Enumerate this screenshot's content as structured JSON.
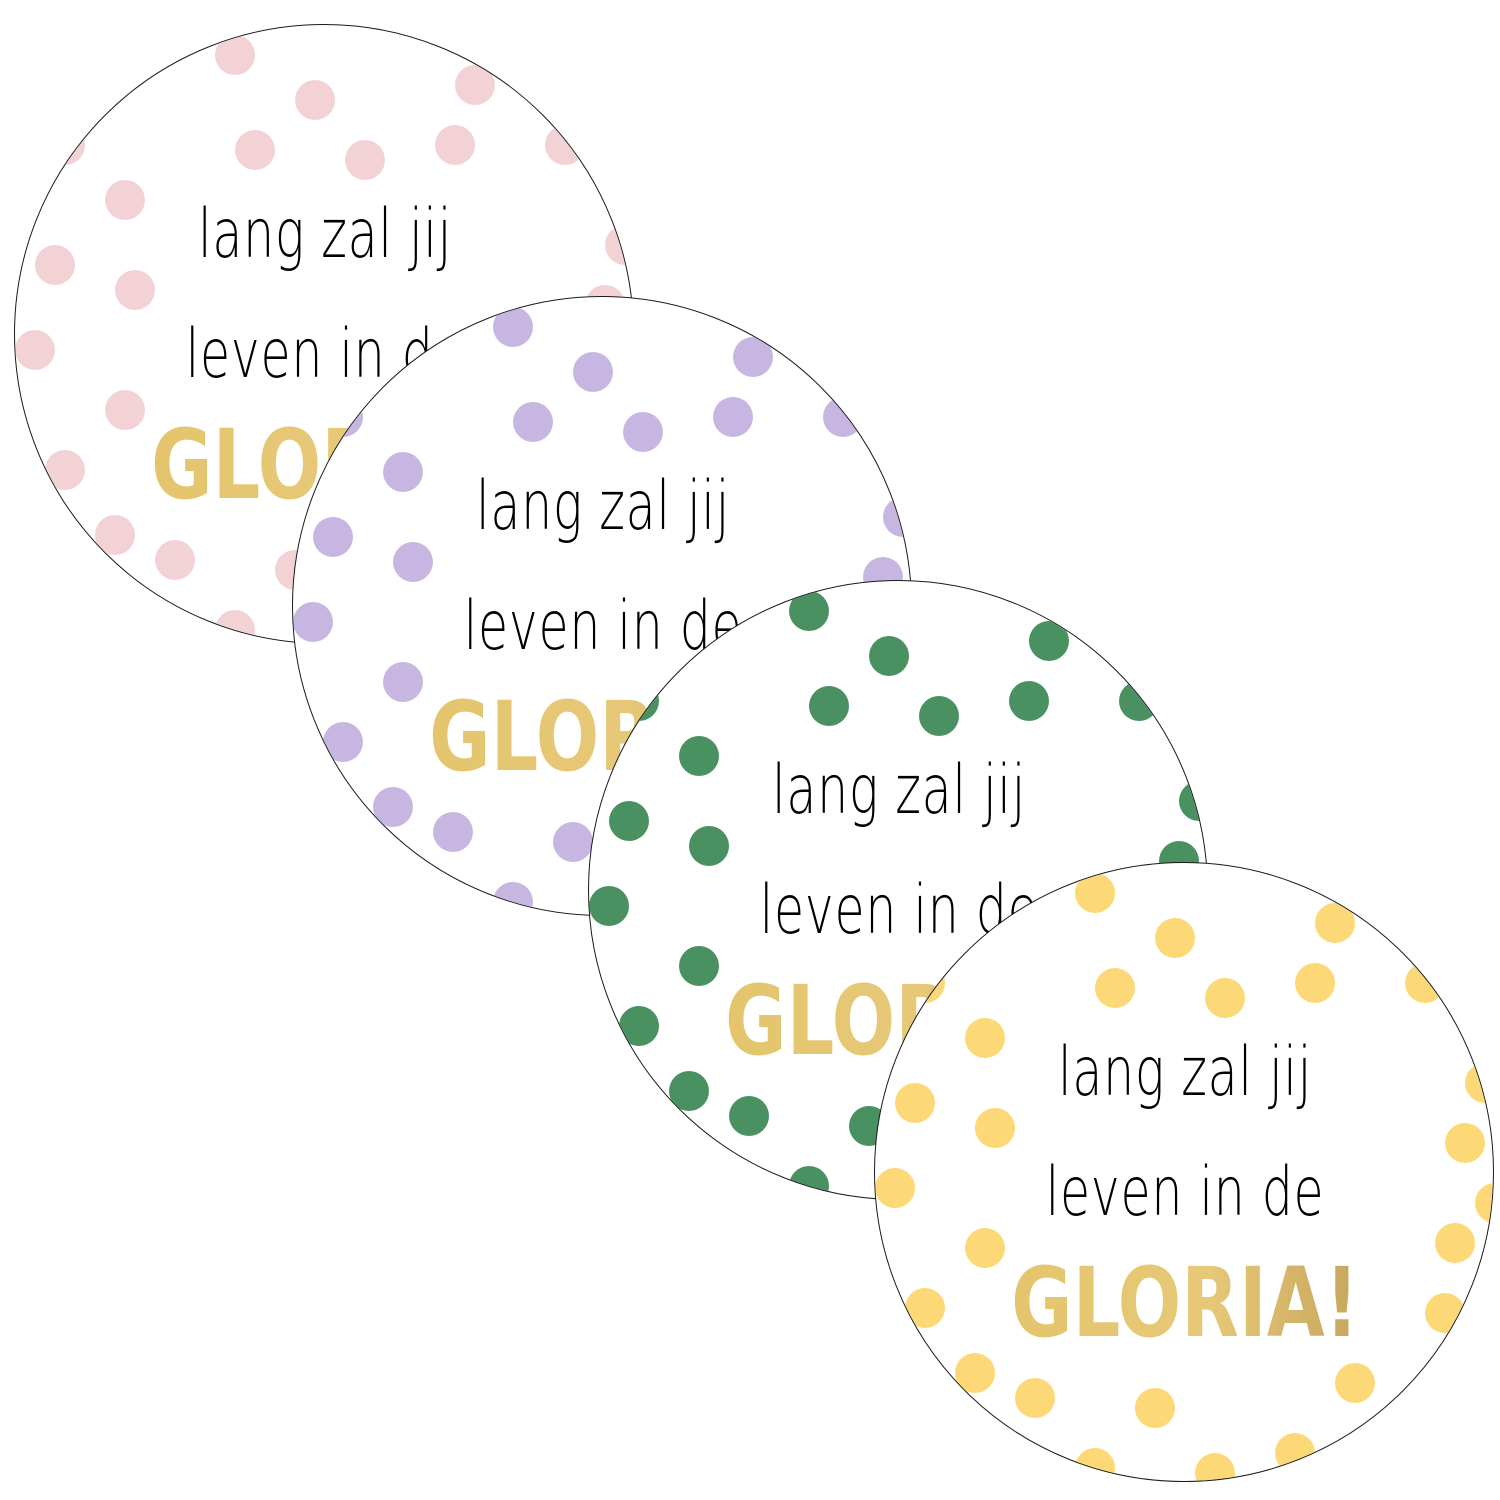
{
  "stickers": [
    {
      "id": "pink",
      "line1": "lang zal jij",
      "line2": "leven in de",
      "line3": "GLORIA!",
      "dot_color": "#f3d2d6"
    },
    {
      "id": "purple",
      "line1": "lang zal jij",
      "line2": "leven in de",
      "line3": "GLORIA!",
      "dot_color": "#c8b6e2"
    },
    {
      "id": "green",
      "line1": "lang zal jij",
      "line2": "leven in de",
      "line3": "GLORIA!",
      "dot_color": "#4a9162"
    },
    {
      "id": "yellow",
      "line1": "lang zal jij",
      "line2": "leven in de",
      "line3": "GLORIA!",
      "dot_color": "#fcd877"
    }
  ],
  "colors": {
    "text": "#000000",
    "gold": "#e3c469",
    "outline": "#1a1a1a",
    "background": "#ffffff"
  }
}
